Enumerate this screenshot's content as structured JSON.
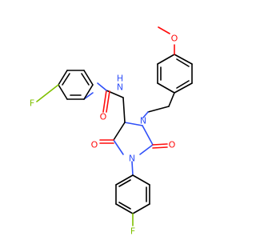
{
  "molecule": {
    "atom_labels": {
      "methoxy_o": "O",
      "methyl": "",
      "amide_n": "N",
      "amide_h": "H",
      "amide_o": "O",
      "ring_n3": "N",
      "ring_n1": "N",
      "c5_o": "O",
      "c2_o": "O",
      "f_top": "F",
      "f_bottom": "F"
    },
    "colors": {
      "carbon_bond": "#000000",
      "oxygen": "#ff0d0d",
      "nitrogen": "#3050f8",
      "fluorine": "#7fc000"
    }
  }
}
